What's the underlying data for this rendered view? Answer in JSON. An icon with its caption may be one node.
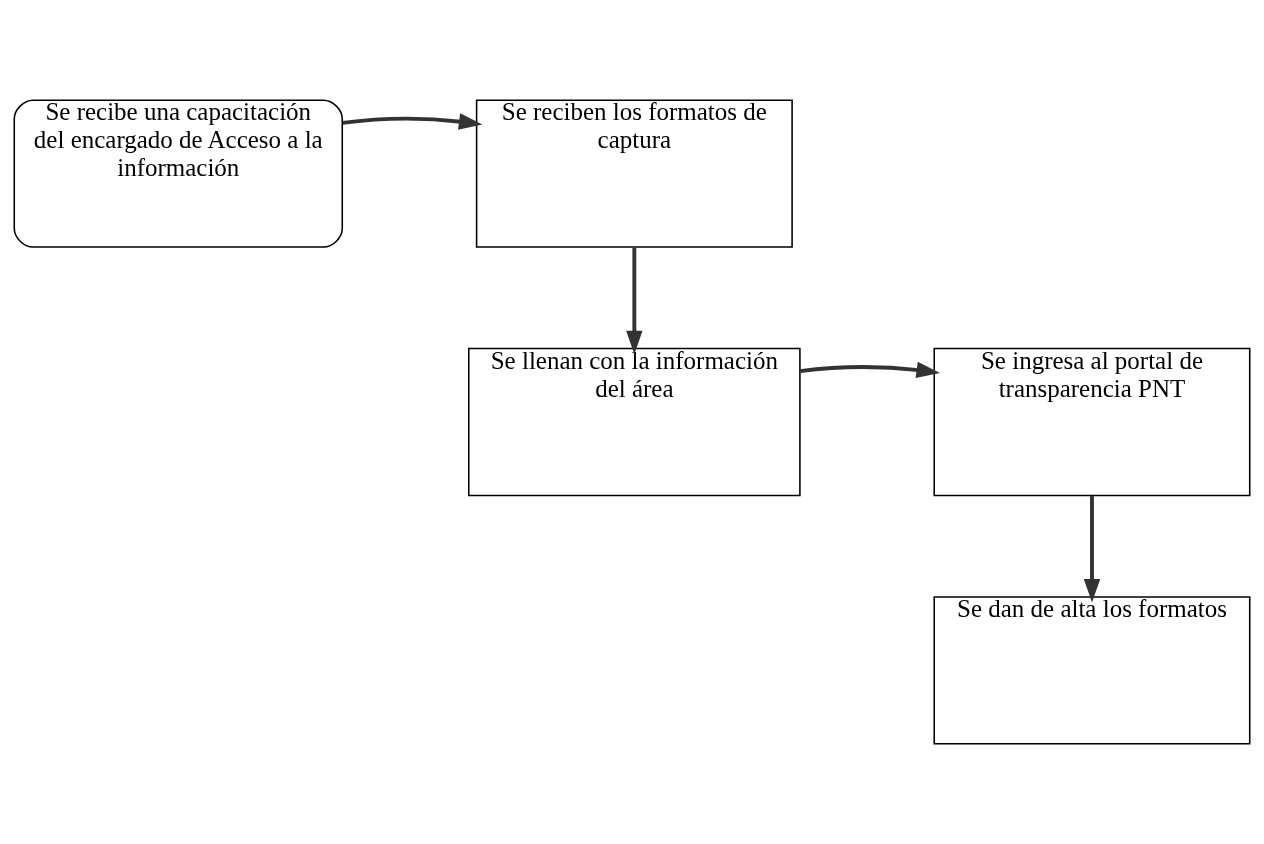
{
  "diagram": {
    "nodes": [
      {
        "text": [
          "Se recibe una capacitación del encargado de Acceso a la información"
        ]
      },
      {
        "text": [
          "Se reciben los formatos de captura"
        ]
      },
      {
        "text": [
          "Se llenan con la información del área"
        ]
      },
      {
        "text": [
          "Se ingresa al portal de transparencia PNT"
        ]
      },
      {
        "text": [
          "Se dan de alta los formatos"
        ]
      }
    ],
    "edges": [
      {
        "from": 0,
        "to": 1,
        "arrow": "to"
      },
      {
        "from": 1,
        "to": 2,
        "arrow": "to"
      },
      {
        "from": 2,
        "to": 3,
        "arrow": "to"
      },
      {
        "from": 3,
        "to": 4,
        "arrow": "to"
      }
    ]
  }
}
